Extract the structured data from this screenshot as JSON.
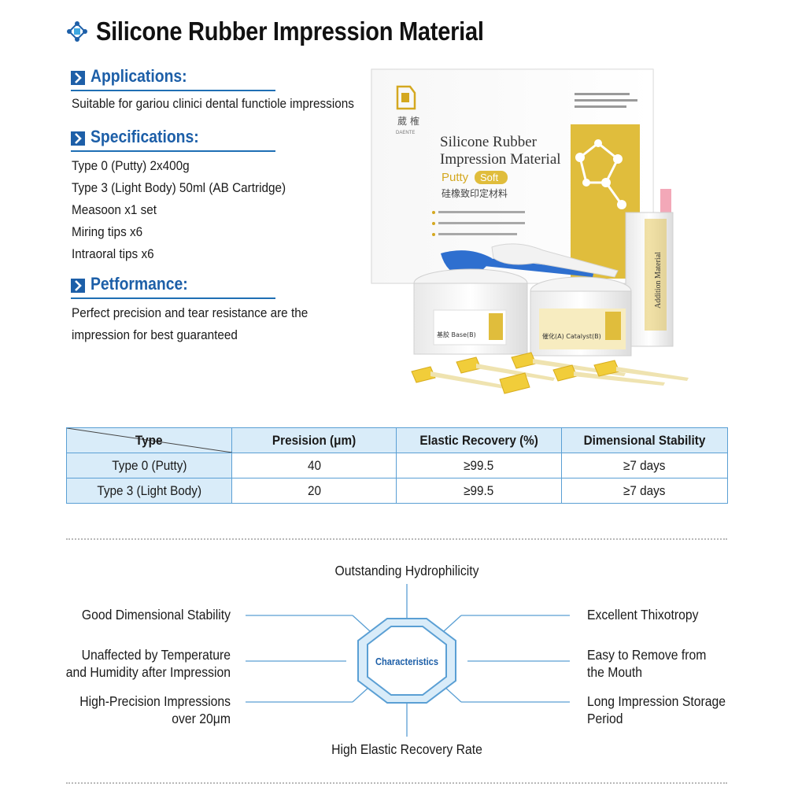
{
  "title": "Silicone Rubber Impression Material",
  "sections": {
    "applications": {
      "heading": "Applications:",
      "lines": [
        "Suitable for gariou clinici dental functiole impressions"
      ]
    },
    "specifications": {
      "heading": "Specifications:",
      "lines": [
        "Type 0 (Putty) 2x400g",
        "Type 3 (Light Body) 50ml (AB Cartridge)",
        "Measoon x1 set",
        "Miring tips x6",
        "Intraoral tips x6"
      ]
    },
    "performance": {
      "heading": "Petformance:",
      "lines": [
        "Perfect precision and tear resistance are the",
        "impression for best guaranteed"
      ]
    }
  },
  "product": {
    "brand_cn": "葳 榷",
    "brand_en": "DAENTE",
    "box_title_1": "Silicone Rubber",
    "box_title_2": "Impression Material",
    "putty_label": "Putty",
    "soft_label": "Soft",
    "cn_name": "硅橡致印定材料",
    "jar_base": "基胶 Base(B)",
    "jar_catalyst": "催化(A) Catalyst(B)",
    "cartridge_text": "Addition Material"
  },
  "table": {
    "headers": [
      "Type",
      "Presision (μm)",
      "Elastic Recovery (%)",
      "Dimensional Stability"
    ],
    "rows": [
      [
        "Type 0 (Putty)",
        "40",
        "≥99.5",
        "≥7 days"
      ],
      [
        "Type 3 (Light Body)",
        "20",
        "≥99.5",
        "≥7 days"
      ]
    ]
  },
  "characteristics": {
    "center": "Characteristics",
    "top": "Outstanding Hydrophilicity",
    "bottom": "High Elastic Recovery Rate",
    "left_1": [
      "Good Dimensional Stability"
    ],
    "left_2": [
      "Unaffected by Temperature",
      "and Humidity after Impression"
    ],
    "left_3": [
      "High-Precision Impressions",
      "over 20μm"
    ],
    "right_1": [
      "Excellent Thixotropy"
    ],
    "right_2": [
      "Easy to Remove from",
      "the Mouth"
    ],
    "right_3": [
      "Long Impression Storage",
      "Period"
    ]
  },
  "colors": {
    "accent_blue": "#1d5fa8",
    "line_blue": "#5a9fd4",
    "table_header_bg": "#d9ecf9",
    "product_yellow": "#e0bd3c"
  }
}
